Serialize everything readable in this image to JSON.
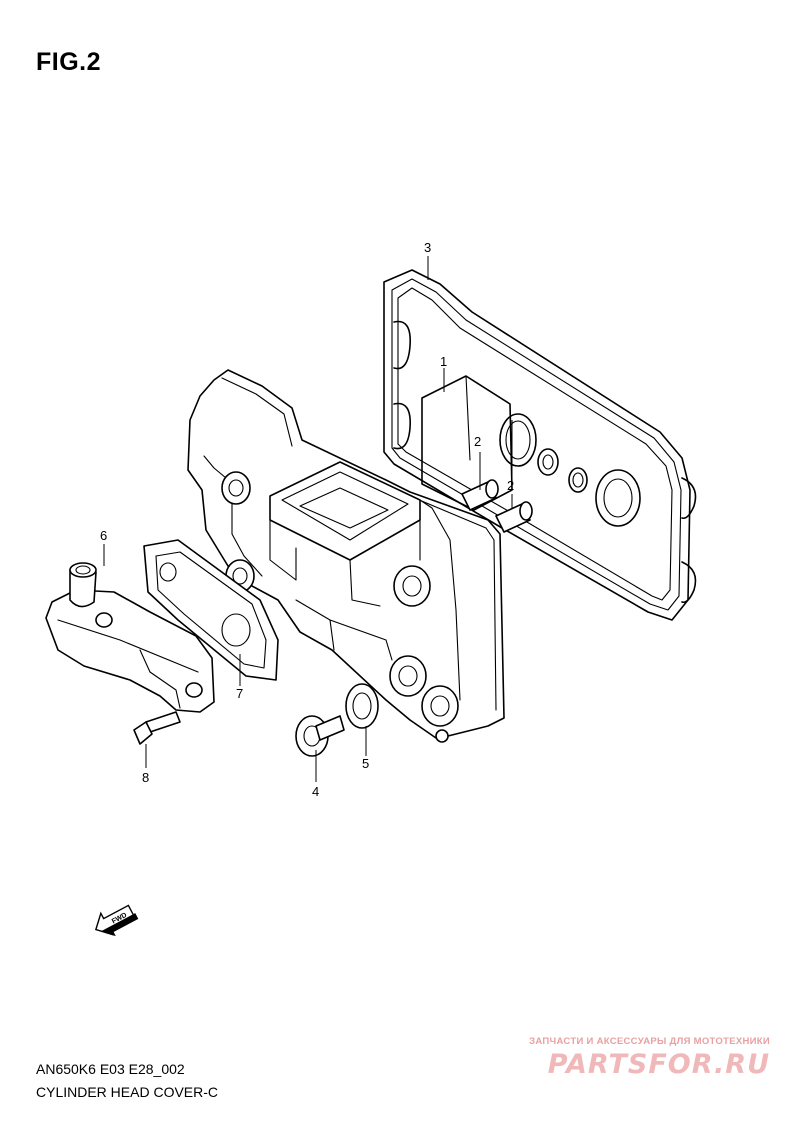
{
  "figure": {
    "title": "FIG.2"
  },
  "callouts": [
    {
      "id": "3",
      "text": "3"
    },
    {
      "id": "1",
      "text": "1"
    },
    {
      "id": "2a",
      "text": "2"
    },
    {
      "id": "2b",
      "text": "2"
    },
    {
      "id": "6",
      "text": "6"
    },
    {
      "id": "7",
      "text": "7"
    },
    {
      "id": "8",
      "text": "8"
    },
    {
      "id": "4",
      "text": "4"
    },
    {
      "id": "5",
      "text": "5"
    }
  ],
  "fwd_arrow": {
    "label": "FWD"
  },
  "footer": {
    "code": "AN650K6 E03 E28_002",
    "name": "CYLINDER HEAD COVER-C"
  },
  "watermark": {
    "tagline": "ЗАПЧАСТИ И АКСЕССУАРЫ ДЛЯ МОТОТЕХНИКИ",
    "brand": "PARTSFOR.RU"
  }
}
